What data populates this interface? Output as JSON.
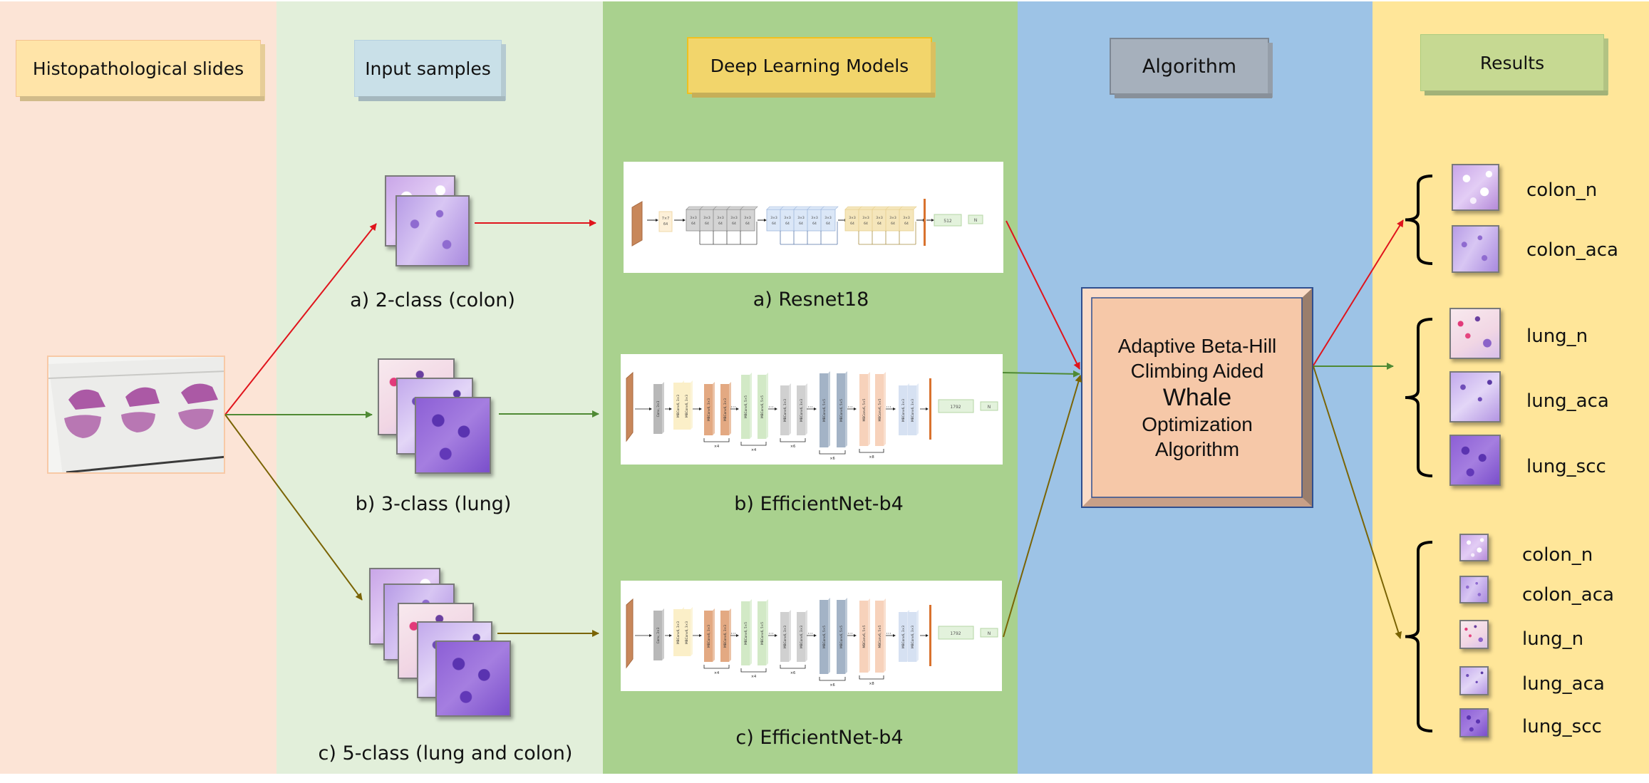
{
  "columns": [
    {
      "key": "slides",
      "header": "Histopathological slides",
      "color": "#fce4d6"
    },
    {
      "key": "inputs",
      "header": "Input samples",
      "color": "#e2efda"
    },
    {
      "key": "models",
      "header": "Deep Learning Models",
      "color": "#a9d18e"
    },
    {
      "key": "algorithm",
      "header": "Algorithm",
      "color": "#9dc3e6"
    },
    {
      "key": "results",
      "header": "Results",
      "color": "#ffe699"
    }
  ],
  "header_colors": {
    "slides": "#ffe4a8",
    "inputs": "#c9e0e8",
    "models": "#f2d56b",
    "algorithm": "#a6b0bc",
    "results": "#c6d992"
  },
  "inputs": {
    "a": {
      "caption": "a) 2-class (colon)",
      "samples": [
        "colon_n",
        "colon_aca"
      ]
    },
    "b": {
      "caption": "b) 3-class (lung)",
      "samples": [
        "lung_n",
        "lung_aca",
        "lung_scc"
      ]
    },
    "c": {
      "caption": "c) 5-class (lung and colon)",
      "samples": [
        "colon_n",
        "colon_aca",
        "lung_n",
        "lung_aca",
        "lung_scc"
      ]
    }
  },
  "models": {
    "a": {
      "caption": "a) Resnet18",
      "stem": "7×7\n64",
      "block_label": "3×3\n64",
      "fc": "512",
      "out": "N"
    },
    "b": {
      "caption": "b) EfficientNet-b4",
      "layers": [
        "Conv, 3×3",
        "MBConv6, 3×3",
        "MBConv6, 3×3",
        "MBConv6, 3×3",
        "MBConv6, 3×3",
        "MBConv6, 5×5",
        "MBConv6, 5×5",
        "MBConv6, 3×3",
        "MBConv6, 3×3",
        "MBConv6, 5×5",
        "MBConv6, 5×5",
        "MBConv6, 5×5",
        "MBConv6, 5×5",
        "MBConv6, 3×3",
        "MBConv6, 3×3"
      ],
      "repeats": [
        "×4",
        "×4",
        "×6",
        "×6",
        "×8"
      ],
      "fc": "1792",
      "out": "N"
    },
    "c": {
      "caption": "c) EfficientNet-b4",
      "fc": "1792",
      "out": "N"
    }
  },
  "algorithm": {
    "lines": [
      "Adaptive Beta-Hill",
      "Climbing  Aided"
    ],
    "emphasis": "Whale",
    "lines_after": [
      "Optimization",
      "Algorithm"
    ]
  },
  "results": {
    "groups": [
      {
        "items": [
          {
            "label": "colon_n",
            "tissue": "colon-n"
          },
          {
            "label": "colon_aca",
            "tissue": "colon-aca"
          }
        ]
      },
      {
        "items": [
          {
            "label": "lung_n",
            "tissue": "lung-n"
          },
          {
            "label": "lung_aca",
            "tissue": "lung-aca"
          },
          {
            "label": "lung_scc",
            "tissue": "lung-scc"
          }
        ]
      },
      {
        "items": [
          {
            "label": "colon_n",
            "tissue": "colon-n"
          },
          {
            "label": "colon_aca",
            "tissue": "colon-aca"
          },
          {
            "label": "lung_n",
            "tissue": "lung-n"
          },
          {
            "label": "lung_aca",
            "tissue": "lung-aca"
          },
          {
            "label": "lung_scc",
            "tissue": "lung-scc"
          }
        ]
      }
    ]
  },
  "flow_colors": {
    "colon_2class": "#e0141c",
    "lung_3class": "#4f8a34",
    "all_5class": "#7a6405"
  }
}
